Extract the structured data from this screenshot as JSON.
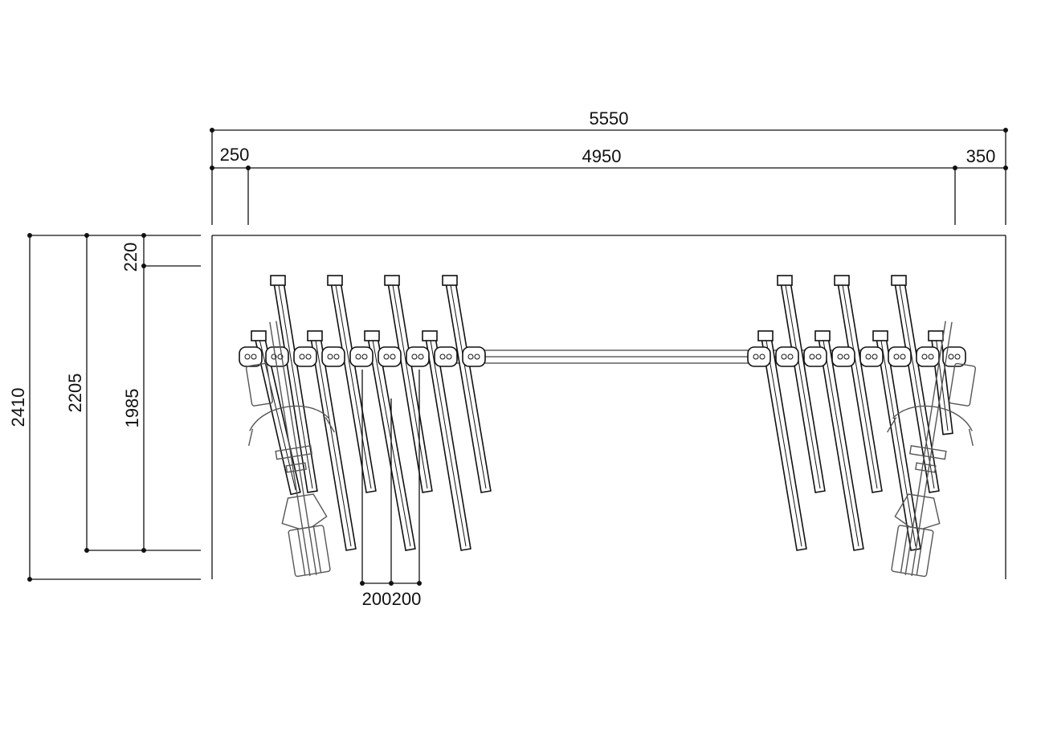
{
  "dimensions": {
    "overall_width": "5550",
    "left_offset": "250",
    "rack_width": "4950",
    "right_offset": "350",
    "overall_depth": "2410",
    "rack_depth": "2205",
    "rack_length": "1985",
    "top_offset": "220",
    "pitch_1": "200",
    "pitch_2": "200"
  }
}
